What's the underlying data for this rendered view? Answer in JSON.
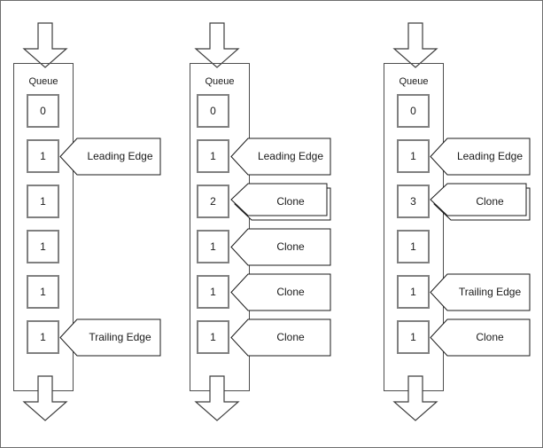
{
  "diagram": {
    "title": "Queue leading/trailing edge and clone propagation",
    "background_color": "#ffffff",
    "border_color": "#6e6e6e",
    "cell_border_color": "#808080",
    "outline_color": "#4d4d4d",
    "text_color": "#1a1a1a",
    "columns": [
      {
        "id": "queue-1",
        "label": "Queue",
        "inflow_arrow": "down-arrow",
        "outflow_arrow": "down-arrow",
        "cells": [
          {
            "value": "0",
            "callout": null
          },
          {
            "value": "1",
            "callout": {
              "label": "Leading Edge",
              "stacked": false
            }
          },
          {
            "value": "1",
            "callout": null
          },
          {
            "value": "1",
            "callout": null
          },
          {
            "value": "1",
            "callout": null
          },
          {
            "value": "1",
            "callout": {
              "label": "Trailing Edge",
              "stacked": false
            }
          }
        ]
      },
      {
        "id": "queue-2",
        "label": "Queue",
        "inflow_arrow": "down-arrow",
        "outflow_arrow": "down-arrow",
        "cells": [
          {
            "value": "0",
            "callout": null
          },
          {
            "value": "1",
            "callout": {
              "label": "Leading Edge",
              "stacked": false
            }
          },
          {
            "value": "2",
            "callout": {
              "label": "Clone",
              "stacked": true
            }
          },
          {
            "value": "1",
            "callout": {
              "label": "Clone",
              "stacked": false
            }
          },
          {
            "value": "1",
            "callout": {
              "label": "Clone",
              "stacked": false
            }
          },
          {
            "value": "1",
            "callout": {
              "label": "Clone",
              "stacked": false
            }
          }
        ]
      },
      {
        "id": "queue-3",
        "label": "Queue",
        "inflow_arrow": "down-arrow",
        "outflow_arrow": "down-arrow",
        "cells": [
          {
            "value": "0",
            "callout": null
          },
          {
            "value": "1",
            "callout": {
              "label": "Leading Edge",
              "stacked": false
            }
          },
          {
            "value": "3",
            "callout": {
              "label": "Clone",
              "stacked": true
            }
          },
          {
            "value": "1",
            "callout": null
          },
          {
            "value": "1",
            "callout": {
              "label": "Trailing Edge",
              "stacked": false
            }
          },
          {
            "value": "1",
            "callout": {
              "label": "Clone",
              "stacked": false
            }
          }
        ]
      }
    ]
  }
}
